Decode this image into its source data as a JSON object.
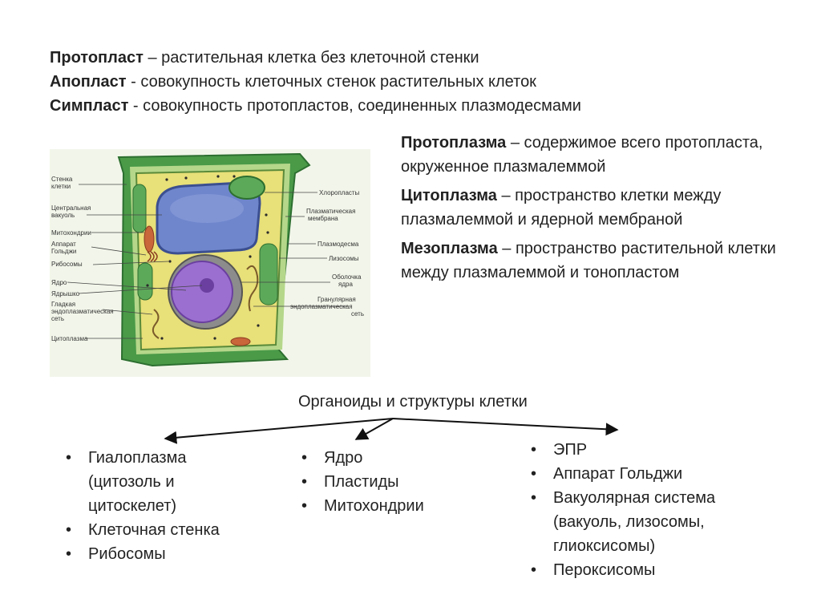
{
  "definitions": [
    {
      "term": "Протопласт",
      "text": " – растительная клетка без клеточной стенки"
    },
    {
      "term": "Апопласт",
      "text": " - совокупность клеточных стенок растительных клеток"
    },
    {
      "term": "Симпласт",
      "text": " - совокупность протопластов, соединенных плазмодесмами"
    }
  ],
  "right_definitions": [
    {
      "term": "Протоплазма",
      "text": " – содержимое всего протопласта, окруженное плазмалеммой"
    },
    {
      "term": "Цитоплазма",
      "text": " – пространство клетки между плазмалеммой и ядерной мембраной"
    },
    {
      "term": "Мезоплазма",
      "text": " – пространство растительной клетки между плазмалеммой и тонопластом"
    }
  ],
  "diagram": {
    "left_labels": [
      "Стенка клетки",
      "Центральная вакуоль",
      "Митохондрии",
      "Аппарат Гольджи",
      "Рибосомы",
      "Ядро",
      "Ядрышко",
      "Гладкая эндоплазматическая сеть",
      "Цитоплазма"
    ],
    "right_labels": [
      "Хлоропласты",
      "Плазматическая мембрана",
      "Плазмодесма",
      "Лизосомы",
      "Оболочка ядра",
      "Гранулярная эндоплазматическая сеть"
    ],
    "colors": {
      "wall": "#4a9a48",
      "wall_dark": "#2d6f30",
      "cytoplasm": "#e8e078",
      "vacuole": "#6f86cc",
      "nucleus": "#9b6fd0",
      "chloroplast": "#5da95a"
    }
  },
  "tree": {
    "title": "Органоиды и структуры клетки",
    "columns": [
      [
        "Гиалоплазма (цитозоль и цитоскелет)",
        "Клеточная стенка",
        "Рибосомы"
      ],
      [
        "Ядро",
        "Пластиды",
        "Митохондрии"
      ],
      [
        "ЭПР",
        "Аппарат Гольджи",
        "Вакуолярная система (вакуоль, лизосомы, глиоксисомы)",
        "Пероксисомы"
      ]
    ]
  }
}
